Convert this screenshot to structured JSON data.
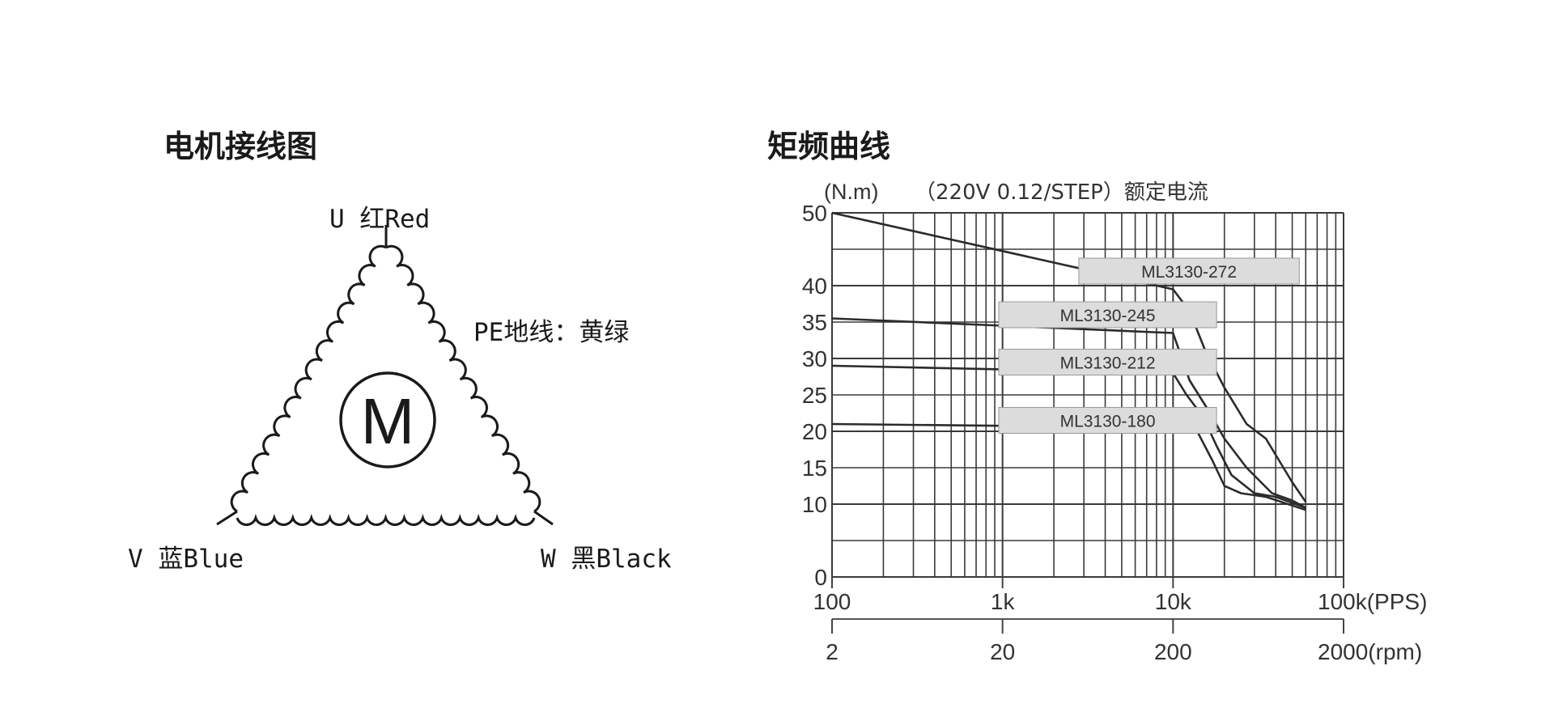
{
  "wiring": {
    "title": "电机接线图",
    "u_label": "U 红Red",
    "v_label": "V 蓝Blue",
    "w_label": "W 黑Black",
    "pe_label": "PE地线：黄绿",
    "motor_symbol": "M"
  },
  "chart_data": {
    "type": "line",
    "title": "矩频曲线",
    "subtitle": "（220V 0.12/STEP）额定电流",
    "ylabel": "(N.m)",
    "x_scale": "log",
    "xlim": [
      100,
      100000
    ],
    "ylim": [
      0,
      50
    ],
    "x_ticks": [
      {
        "value": 100,
        "label": "100"
      },
      {
        "value": 1000,
        "label": "1k"
      },
      {
        "value": 10000,
        "label": "10k"
      },
      {
        "value": 100000,
        "label": "100k(PPS)"
      }
    ],
    "secondary_x_ticks": [
      {
        "value": 100,
        "label": "2"
      },
      {
        "value": 1000,
        "label": "20"
      },
      {
        "value": 10000,
        "label": "200"
      },
      {
        "value": 100000,
        "label": "2000(rpm)"
      }
    ],
    "y_ticks": [
      0,
      10,
      15,
      20,
      25,
      30,
      35,
      40,
      50
    ],
    "grid": true,
    "series": [
      {
        "name": "ML3130-272",
        "x": [
          100,
          10000,
          12500,
          15500,
          20000,
          27000,
          35000,
          50000,
          60000
        ],
        "y": [
          50,
          39.5,
          36.5,
          31,
          26,
          21,
          19,
          13,
          10.3
        ]
      },
      {
        "name": "ML3130-245",
        "x": [
          100,
          10000,
          12500,
          16000,
          20000,
          27000,
          38000,
          50000,
          60000
        ],
        "y": [
          35.5,
          33.5,
          27,
          23,
          19,
          15,
          11.5,
          10.5,
          9.5
        ]
      },
      {
        "name": "ML3130-212",
        "x": [
          100,
          10000,
          12000,
          15000,
          18000,
          22000,
          30000,
          40000,
          60000
        ],
        "y": [
          29,
          28,
          25,
          22,
          18,
          14,
          11.5,
          11,
          9.5
        ]
      },
      {
        "name": "ML3130-180",
        "x": [
          100,
          10000,
          12000,
          14000,
          17000,
          20000,
          25000,
          35000,
          60000
        ],
        "y": [
          21,
          20.5,
          20.2,
          19.8,
          16,
          12.5,
          11.5,
          11,
          9.2
        ]
      }
    ],
    "colors": {
      "line": "#2b2b2b",
      "grid": "#3a3a3a",
      "label_box": "#dcdcdc"
    }
  }
}
